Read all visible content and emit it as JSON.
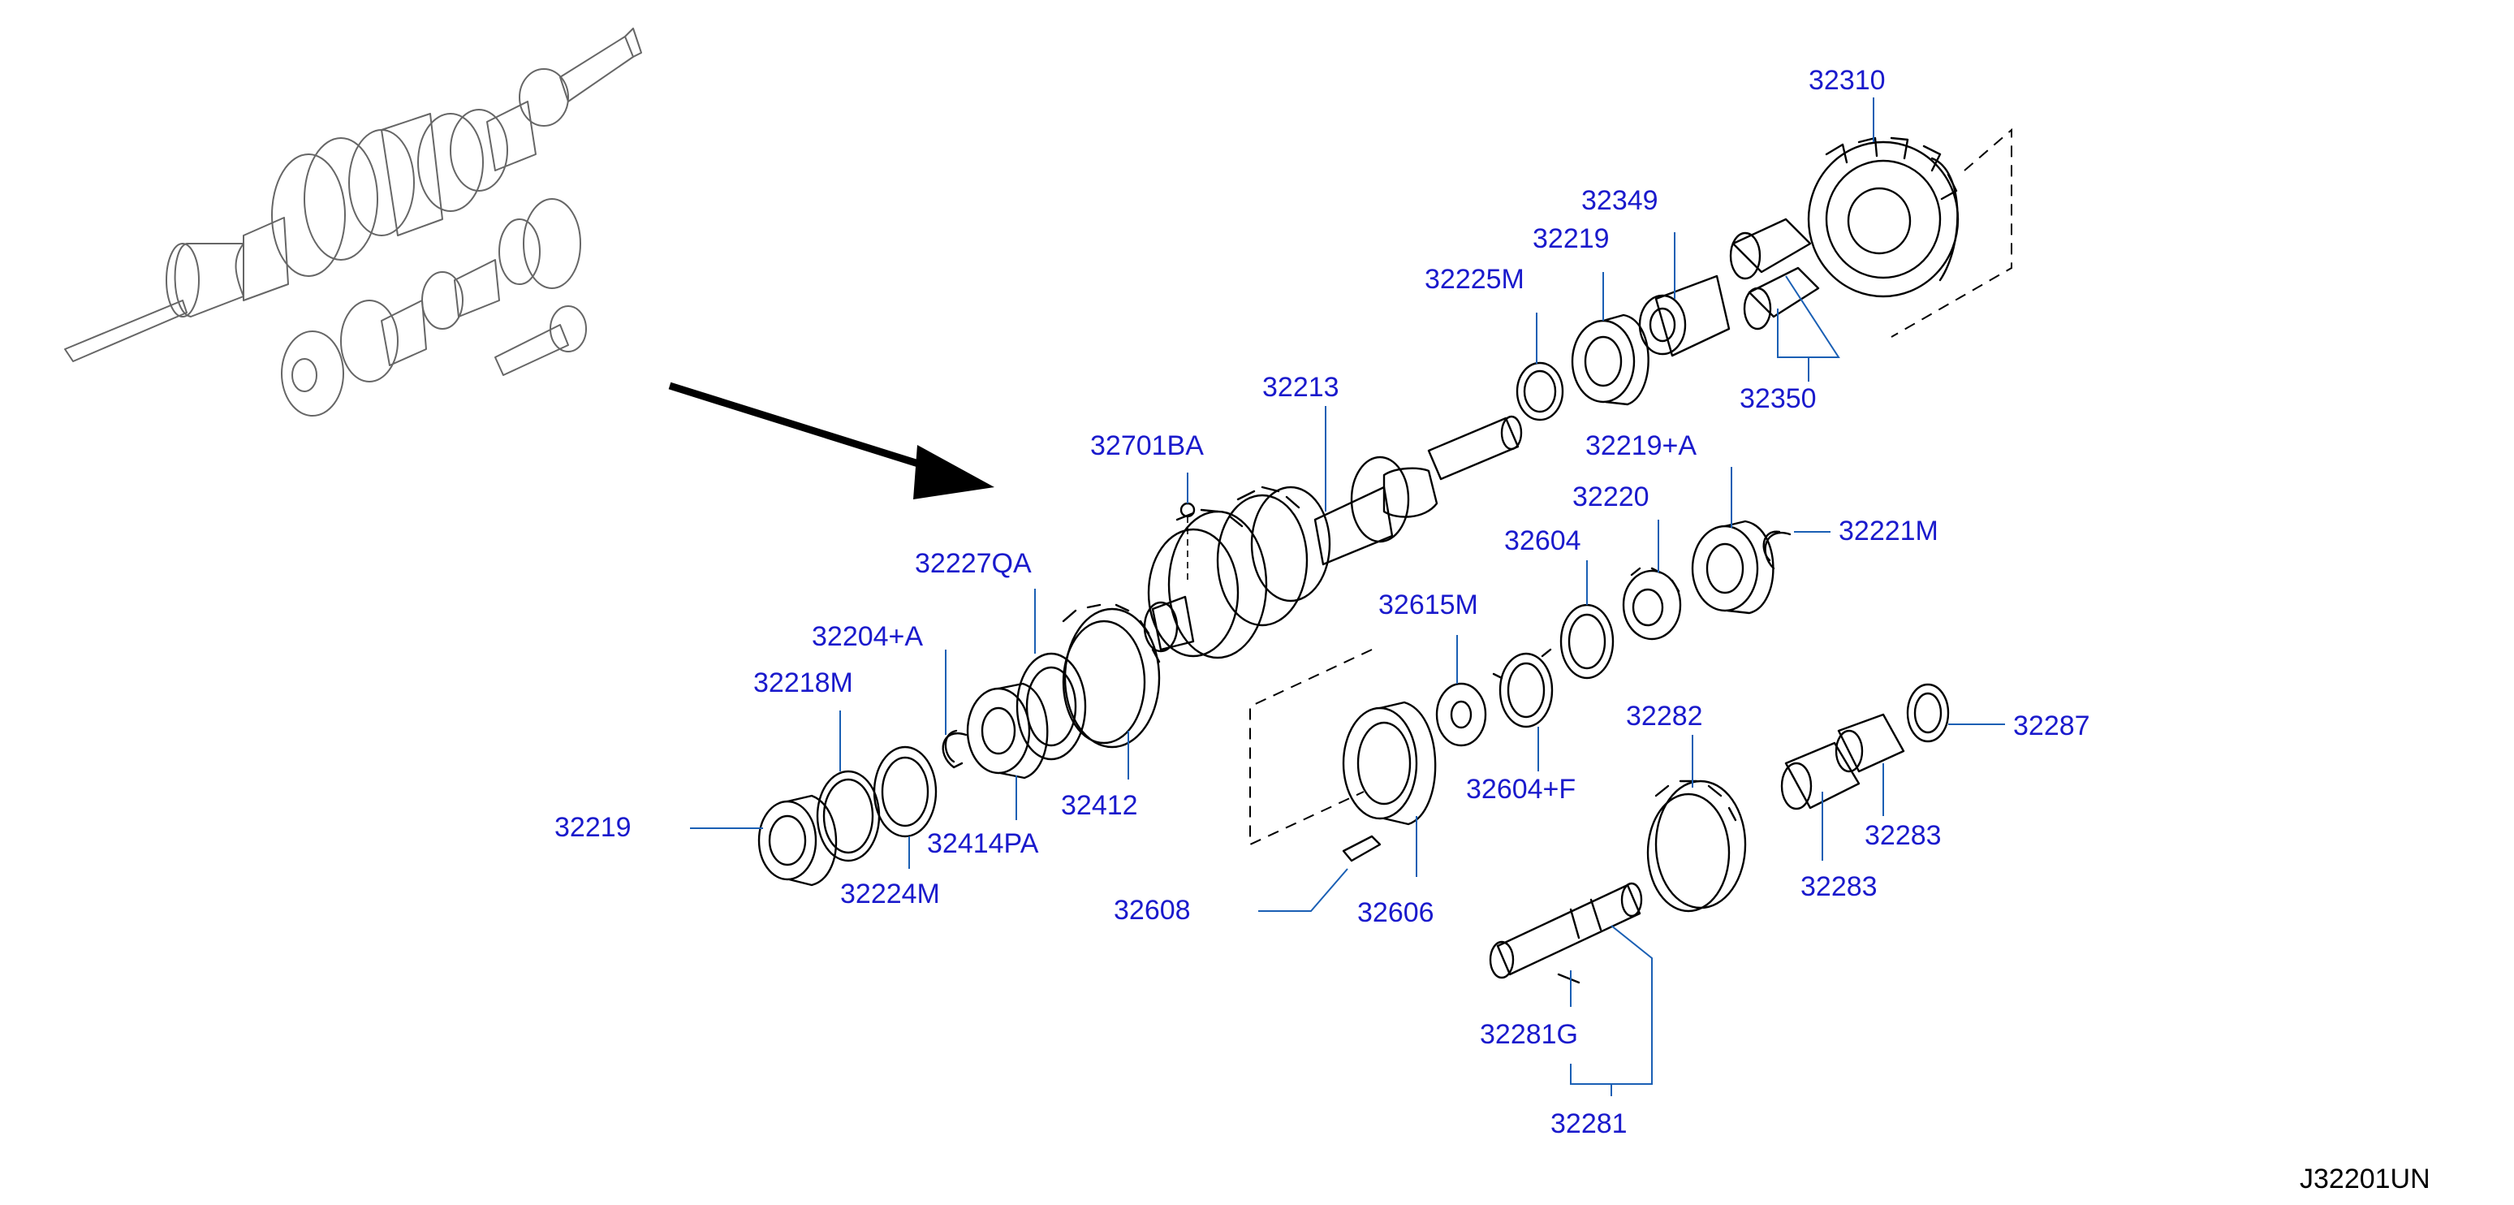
{
  "colors": {
    "label": "#1a1acc",
    "leader": "#1a5fb4",
    "line": "#000000",
    "background": "#ffffff"
  },
  "diagram_code": "J32201UN",
  "parts": [
    {
      "id": "p32310",
      "label": "32310"
    },
    {
      "id": "p32349",
      "label": "32349"
    },
    {
      "id": "p32219_top",
      "label": "32219"
    },
    {
      "id": "p32225M",
      "label": "32225M"
    },
    {
      "id": "p32350",
      "label": "32350"
    },
    {
      "id": "p32213",
      "label": "32213"
    },
    {
      "id": "p32701BA",
      "label": "32701BA"
    },
    {
      "id": "p32219A",
      "label": "32219+A"
    },
    {
      "id": "p32220",
      "label": "32220"
    },
    {
      "id": "p32221M",
      "label": "32221M"
    },
    {
      "id": "p32604",
      "label": "32604"
    },
    {
      "id": "p32227QA",
      "label": "32227QA"
    },
    {
      "id": "p32615M",
      "label": "32615M"
    },
    {
      "id": "p32204A",
      "label": "32204+A"
    },
    {
      "id": "p32218M",
      "label": "32218M"
    },
    {
      "id": "p32282",
      "label": "32282"
    },
    {
      "id": "p32287",
      "label": "32287"
    },
    {
      "id": "p32412",
      "label": "32412"
    },
    {
      "id": "p32604F",
      "label": "32604+F"
    },
    {
      "id": "p32219_bottom",
      "label": "32219"
    },
    {
      "id": "p32414PA",
      "label": "32414PA"
    },
    {
      "id": "p32283_a",
      "label": "32283"
    },
    {
      "id": "p32224M",
      "label": "32224M"
    },
    {
      "id": "p32283_b",
      "label": "32283"
    },
    {
      "id": "p32608",
      "label": "32608"
    },
    {
      "id": "p32606",
      "label": "32606"
    },
    {
      "id": "p32281G",
      "label": "32281G"
    },
    {
      "id": "p32281",
      "label": "32281"
    }
  ]
}
